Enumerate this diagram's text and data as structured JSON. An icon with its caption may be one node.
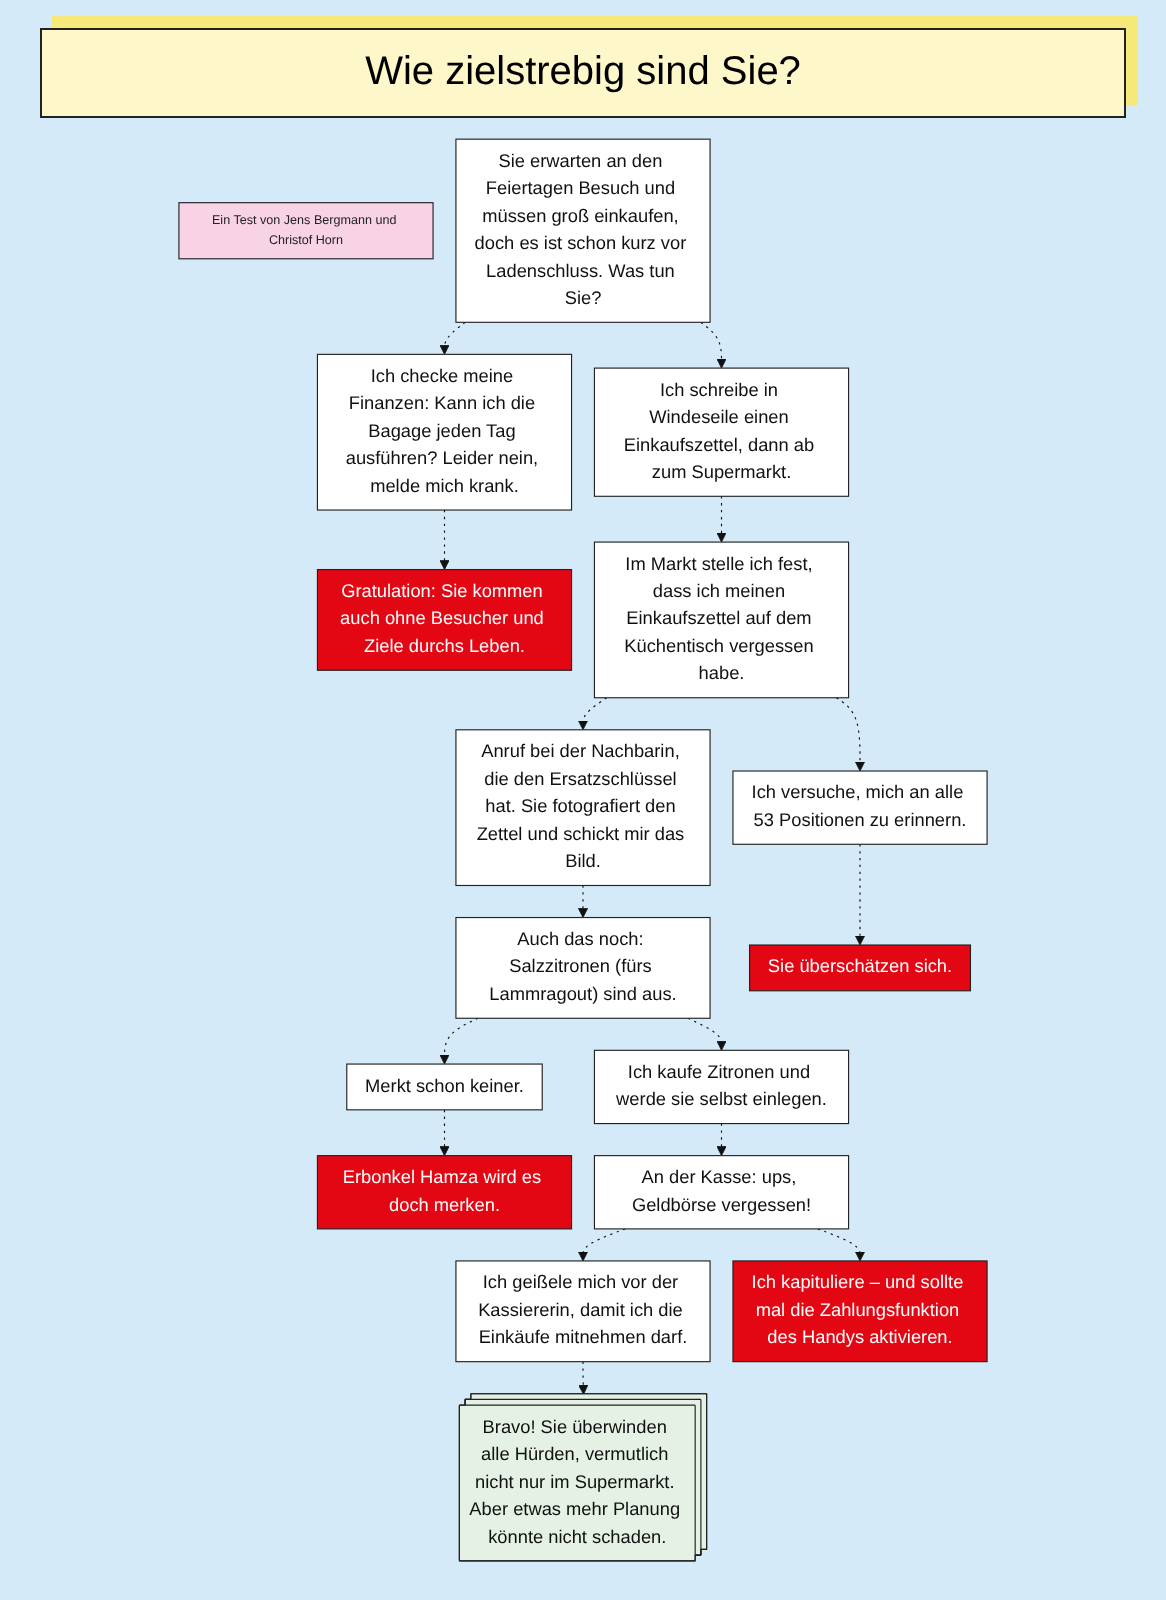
{
  "diagram": {
    "title": "Wie zielstrebig sind Sie?",
    "nodes": [
      {
        "text": [
          "Ein Test von Jens Bergmann und Christof Horn"
        ]
      },
      {
        "text": [
          "Sie erwarten an den Feiertagen Besuch und müssen groß einkaufen, doch es ist schon kurz vor Ladenschluss. Was tun Sie?"
        ]
      },
      {
        "text": [
          "Ich checke meine Finanzen: Kann ich die Bagage jeden Tag ausführen? Leider nein, melde mich krank."
        ]
      },
      {
        "text": [
          "Ich schreibe in Windeseile einen Einkaufszettel, dann ab zum Supermarkt."
        ]
      },
      {
        "text": [
          "Gratulation: Sie kommen auch ohne Besucher und Ziele durchs Leben."
        ]
      },
      {
        "text": [
          "Im Markt stelle ich fest, dass ich meinen Einkaufszettel auf dem Küchentisch vergessen habe."
        ]
      },
      {
        "text": [
          "Anruf bei der Nachbarin, die den Ersatzschlüssel hat. Sie fotografiert den Zettel und schickt mir das Bild."
        ]
      },
      {
        "text": [
          "Ich versuche, mich an alle 53 Positionen zu erinnern."
        ]
      },
      {
        "text": [
          "Merkt schon keiner."
        ]
      },
      {
        "text": [
          "Auch das noch: Salzzitronen (fürs Lammragout) sind aus."
        ]
      },
      {
        "text": [
          "Sie überschätzen sich."
        ]
      },
      {
        "text": [
          "Erbonkel Hamza wird es doch merken."
        ]
      },
      {
        "text": [
          "Ich kaufe Zitronen und werde sie selbst einlegen."
        ]
      },
      {
        "text": [
          "An der Kasse: ups, Geldbörse vergessen!"
        ]
      },
      {
        "text": [
          "Ich geißele mich vor der Kassiererin, damit ich die Einkäufe mitnehmen darf."
        ]
      },
      {
        "text": [
          "Ich kapituliere – und sollte mal die Zahlungsfunktion des Handys aktivieren."
        ]
      },
      {
        "text": [
          "Bravo! Sie überwinden alle Hürden, vermutlich nicht nur im Supermarkt. Aber etwas mehr Planung könnte nicht schaden."
        ]
      }
    ],
    "edges": [
      {
        "from": 1,
        "to": 2,
        "arrow": "to",
        "style": "dashed"
      },
      {
        "from": 1,
        "to": 3,
        "arrow": "to",
        "style": "dashed"
      },
      {
        "from": 2,
        "to": 4,
        "arrow": "to",
        "style": "dashed"
      },
      {
        "from": 3,
        "to": 5,
        "arrow": "to",
        "style": "dashed"
      },
      {
        "from": 5,
        "to": 6,
        "arrow": "to",
        "style": "dashed"
      },
      {
        "from": 5,
        "to": 7,
        "arrow": "to",
        "style": "dashed"
      },
      {
        "from": 6,
        "to": 9,
        "arrow": "to",
        "style": "dashed"
      },
      {
        "from": 7,
        "to": 10,
        "arrow": "to",
        "style": "dashed"
      },
      {
        "from": 9,
        "to": 8,
        "arrow": "to",
        "style": "dashed"
      },
      {
        "from": 8,
        "to": 11,
        "arrow": "to",
        "style": "dashed"
      },
      {
        "from": 9,
        "to": 12,
        "arrow": "to",
        "style": "dashed"
      },
      {
        "from": 12,
        "to": 13,
        "arrow": "to",
        "style": "dashed"
      },
      {
        "from": 13,
        "to": 14,
        "arrow": "to",
        "style": "dashed"
      },
      {
        "from": 13,
        "to": 15,
        "arrow": "to",
        "style": "dashed"
      },
      {
        "from": 14,
        "to": 16,
        "arrow": "to",
        "style": "dashed"
      }
    ]
  }
}
